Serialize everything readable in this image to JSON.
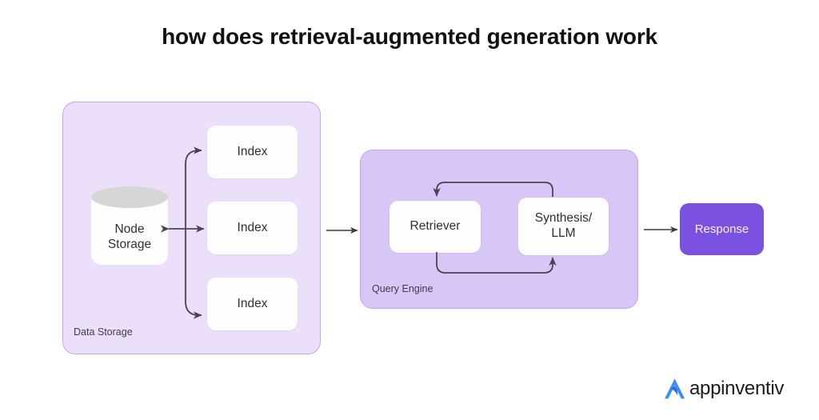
{
  "title": "how does retrieval-augmented generation work",
  "colors": {
    "data_storage_fill": "#EBDFFA",
    "query_engine_fill": "#D8C6F6",
    "panel_border": "#C3A6EC",
    "response_fill": "#7B52E0",
    "node_box_fill": "#FDFDFD",
    "cylinder_top": "#D6D6D6",
    "arrow_stroke": "#4a4450",
    "text": "#2f2f36",
    "logo_blue": "#3E8FEF",
    "background": "#FFFFFF"
  },
  "data_storage": {
    "label": "Data Storage",
    "node_storage": {
      "line1": "Node",
      "line2": "Storage"
    },
    "indexes": [
      {
        "label": "Index"
      },
      {
        "label": "Index"
      },
      {
        "label": "Index"
      }
    ]
  },
  "query_engine": {
    "label": "Query Engine",
    "retriever": {
      "label": "Retriever"
    },
    "synthesis": {
      "line1": "Synthesis/",
      "line2": "LLM"
    }
  },
  "response": {
    "label": "Response"
  },
  "logo": {
    "text": "appinventiv",
    "mark": "appinventiv-a-mark-icon"
  },
  "connections": [
    {
      "from": "node-storage",
      "to": "index-1",
      "type": "curved-arrow",
      "direction": "forward"
    },
    {
      "from": "node-storage",
      "to": "index-2",
      "type": "double-arrow",
      "direction": "both"
    },
    {
      "from": "node-storage",
      "to": "index-3",
      "type": "curved-arrow",
      "direction": "forward"
    },
    {
      "from": "data-storage",
      "to": "query-engine",
      "type": "straight-arrow",
      "direction": "forward"
    },
    {
      "from": "synthesis",
      "to": "retriever",
      "type": "curved-arrow-top",
      "direction": "forward"
    },
    {
      "from": "retriever",
      "to": "synthesis",
      "type": "curved-arrow-bottom",
      "direction": "forward"
    },
    {
      "from": "query-engine",
      "to": "response",
      "type": "straight-arrow",
      "direction": "forward"
    }
  ]
}
